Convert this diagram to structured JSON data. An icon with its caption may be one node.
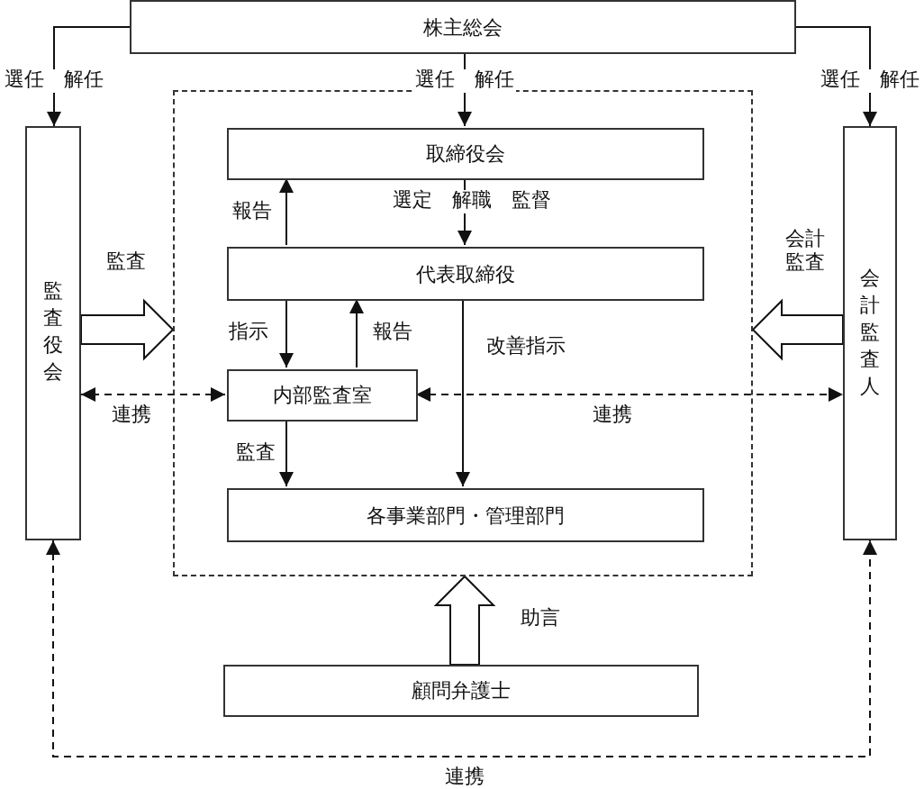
{
  "diagram": {
    "nodes": [
      {
        "text": [
          "株主総会"
        ]
      },
      {
        "text": [],
        "shape": "box"
      },
      {
        "text": [
          "取締役会"
        ],
        "in": 1
      },
      {
        "text": [
          "代表取締役"
        ],
        "in": 1
      },
      {
        "text": [
          "内部監査室"
        ],
        "in": 1
      },
      {
        "text": [
          "各事業部門・管理部門"
        ],
        "in": 1
      },
      {
        "text": [
          "監査役会"
        ]
      },
      {
        "text": [
          "会計監査人"
        ]
      },
      {
        "text": [
          "顧問弁護士"
        ]
      }
    ],
    "edges": [
      {
        "from": 0,
        "to": 6,
        "arrow": "to",
        "label": "選任　解任"
      },
      {
        "from": 0,
        "to": 2,
        "arrow": "to",
        "label": "選任　解任"
      },
      {
        "from": 0,
        "to": 7,
        "arrow": "to",
        "label": "選任　解任"
      },
      {
        "from": 2,
        "to": 3,
        "arrow": "to",
        "label": "選定　解職　監督"
      },
      {
        "from": 3,
        "to": 2,
        "arrow": "to",
        "label": "報告"
      },
      {
        "from": 3,
        "to": 4,
        "arrow": "to",
        "label": "指示"
      },
      {
        "from": 4,
        "to": 3,
        "arrow": "to",
        "label": "報告"
      },
      {
        "from": 3,
        "to": 5,
        "arrow": "to",
        "label": "改善指示"
      },
      {
        "from": 4,
        "to": 5,
        "arrow": "to",
        "label": "監査"
      },
      {
        "from": 4,
        "to": 6,
        "arrow": "both",
        "style": "dashed",
        "label": "連携"
      },
      {
        "from": 4,
        "to": 7,
        "arrow": "both",
        "style": "dashed",
        "label": "連携"
      },
      {
        "from": 6,
        "to": 7,
        "arrow": "both",
        "style": "dashed",
        "label": "連携"
      },
      {
        "from": 6,
        "to": 1,
        "arrow": "to",
        "style": "thick",
        "label": "監査"
      },
      {
        "from": 7,
        "to": 1,
        "arrow": "to",
        "style": "thick",
        "label": "会計監査"
      },
      {
        "from": 8,
        "to": 1,
        "arrow": "to",
        "style": "thick",
        "label": "助言"
      }
    ]
  }
}
